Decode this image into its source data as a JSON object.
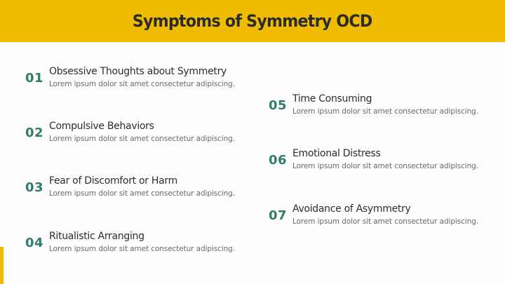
{
  "header": {
    "title": "Symptoms of Symmetry OCD"
  },
  "colors": {
    "accent": "#efbc00",
    "number": "#2f7d6b",
    "title": "#2d2d2d",
    "description": "#6a6a6a"
  },
  "items": [
    {
      "num": "01",
      "title": "Obsessive Thoughts about Symmetry",
      "desc": "Lorem ipsum dolor sit amet consectetur adipiscing."
    },
    {
      "num": "02",
      "title": "Compulsive Behaviors",
      "desc": "Lorem ipsum dolor sit amet consectetur adipiscing."
    },
    {
      "num": "03",
      "title": "Fear of Discomfort or Harm",
      "desc": "Lorem ipsum dolor sit amet consectetur adipiscing."
    },
    {
      "num": "04",
      "title": "Ritualistic Arranging",
      "desc": "Lorem ipsum dolor sit amet consectetur adipiscing."
    },
    {
      "num": "05",
      "title": "Time Consuming",
      "desc": "Lorem ipsum dolor sit amet consectetur adipiscing."
    },
    {
      "num": "06",
      "title": "Emotional Distress",
      "desc": "Lorem ipsum dolor sit amet consectetur adipiscing."
    },
    {
      "num": "07",
      "title": "Avoidance of Asymmetry",
      "desc": "Lorem ipsum dolor sit amet consectetur adipiscing."
    }
  ]
}
